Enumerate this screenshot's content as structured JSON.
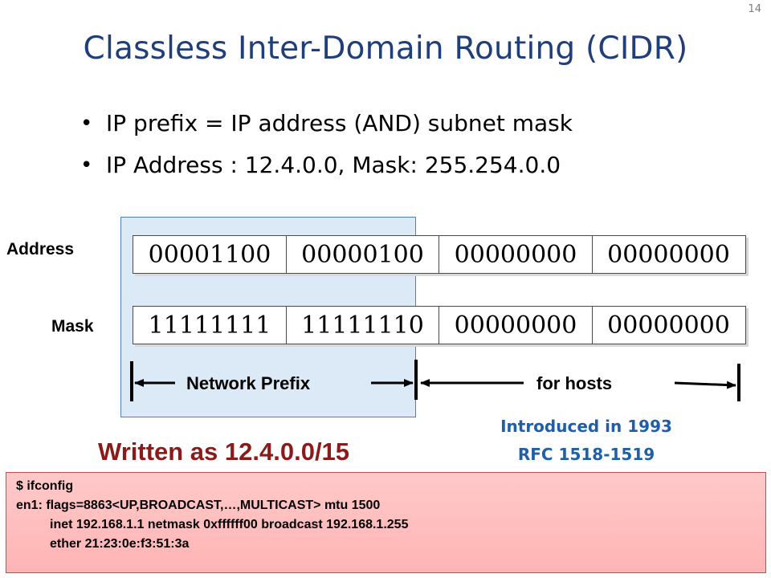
{
  "slide_number": "14",
  "title": "Classless Inter-Domain Routing (CIDR)",
  "bullets": [
    "IP prefix = IP address (AND) subnet mask",
    "IP Address : 12.4.0.0,  Mask: 255.254.0.0"
  ],
  "address": {
    "label": "Address",
    "octets": [
      "00001100",
      "00000100",
      "00000000",
      "00000000"
    ]
  },
  "mask": {
    "label": "Mask",
    "octets": [
      "11111111",
      "11111110",
      "00000000",
      "00000000"
    ]
  },
  "segments": {
    "network_prefix": "Network Prefix",
    "for_hosts": "for hosts"
  },
  "written_as": "Written as 12.4.0.0/15",
  "introduced": {
    "line1": "Introduced in 1993",
    "line2": "RFC 1518-1519"
  },
  "ifconfig": {
    "lines": [
      "$ ifconfig",
      "en1: flags=8863<UP,BROADCAST,…,MULTICAST> mtu 1500",
      "inet 192.168.1.1 netmask 0xffffff00 broadcast 192.168.1.255",
      "ether 21:23:0e:f3:51:3a"
    ]
  },
  "colors": {
    "title": "#1f3e7a",
    "prefix_box_fill": "#dbeaf6",
    "written_as": "#8b1a1a",
    "introduced": "#1f5fa8",
    "terminal_fill": "#ffb4b4"
  }
}
